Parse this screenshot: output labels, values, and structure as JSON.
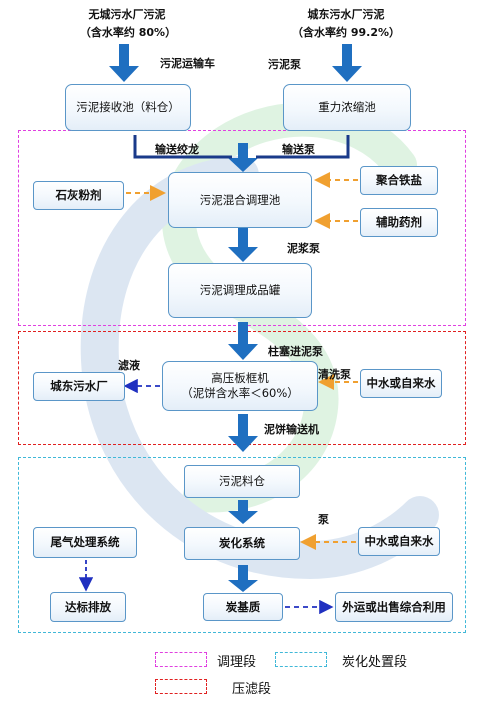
{
  "sources": {
    "left_title": "无城污水厂污泥",
    "left_sub": "（含水率约 80%）",
    "right_title": "城东污水厂污泥",
    "right_sub": "（含水率约 99.2%）"
  },
  "edge_labels": {
    "transport_truck": "污泥运输车",
    "sludge_pump": "污泥泵",
    "screw_conveyor": "输送绞龙",
    "delivery_pump": "输送泵",
    "slurry_pump": "泥浆泵",
    "plunger_pump": "柱塞进泥泵",
    "filtrate": "滤液",
    "wash_pump": "清洗泵",
    "cake_conveyor": "泥饼输送机",
    "pump": "泵"
  },
  "nodes": {
    "receive_pool": "污泥接收池（料仓）",
    "thickener": "重力浓缩池",
    "mixing_tank": "污泥混合调理池",
    "lime": "石灰粉剂",
    "pfs": "聚合铁盐",
    "additive": "辅助药剂",
    "product_tank": "污泥调理成品罐",
    "filter_press_l1": "高压板框机",
    "filter_press_l2": "（泥饼含水率＜60%）",
    "east_plant": "城东污水厂",
    "water_1": "中水或自来水",
    "sludge_bin": "污泥料仓",
    "carbonization": "炭化系统",
    "tail_gas": "尾气处理系统",
    "water_2": "中水或自来水",
    "discharge": "达标排放",
    "biochar": "炭基质",
    "utilization": "外运或出售综合利用"
  },
  "legend": {
    "conditioning": "调理段",
    "carbonization": "炭化处置段",
    "press": "压滤段"
  },
  "colors": {
    "arrow_blue": "#1f6fc0",
    "chemical_orange": "#f0a030",
    "node_border": "#5a96c8",
    "conditioning_border": "#e040e0",
    "press_border": "#e02020",
    "carbonization_border": "#40b8d8",
    "logo_green": "#3cba54",
    "logo_blue": "#2a6bb5"
  }
}
